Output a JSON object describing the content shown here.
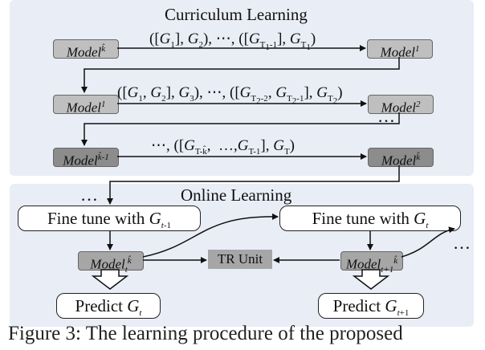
{
  "curriculum": {
    "title": "Curriculum Learning",
    "row1": {
      "left_model": "Model",
      "left_sup": "k̂",
      "label": "([G₁], G₂), ⋯, ([G_{T₁-1}], G_{T₁})",
      "right_model": "Model",
      "right_sup": "1"
    },
    "row2": {
      "left_model": "Model",
      "left_sup": "1",
      "label": "([G₁, G₂], G₃), ⋯, ([G_{T₂-2}, G_{T₂-1}], G_{T₂})",
      "right_model": "Model",
      "right_sup": "2",
      "dots": "…"
    },
    "row3": {
      "left_model": "Model",
      "left_sup": "k̂-1",
      "label": "⋯, ([G_{T-k̂}, …, G_{T-1}], G_T)",
      "right_model": "Model",
      "right_sup": "k̂"
    }
  },
  "online": {
    "title": "Online Learning",
    "dots_left": "…",
    "fine_tune_left": "Fine tune with G_{t-1}",
    "fine_tune_right": "Fine tune with G_t",
    "model_left": "Model_t^k̂",
    "model_right": "Model_{t+1}^k̂",
    "tr_unit": "TR Unit",
    "predict_left": "Predict G_t",
    "predict_right": "Predict G_{t+1}",
    "dots_right": "…"
  },
  "caption": "Figure 3:   The learning procedure of the proposed"
}
